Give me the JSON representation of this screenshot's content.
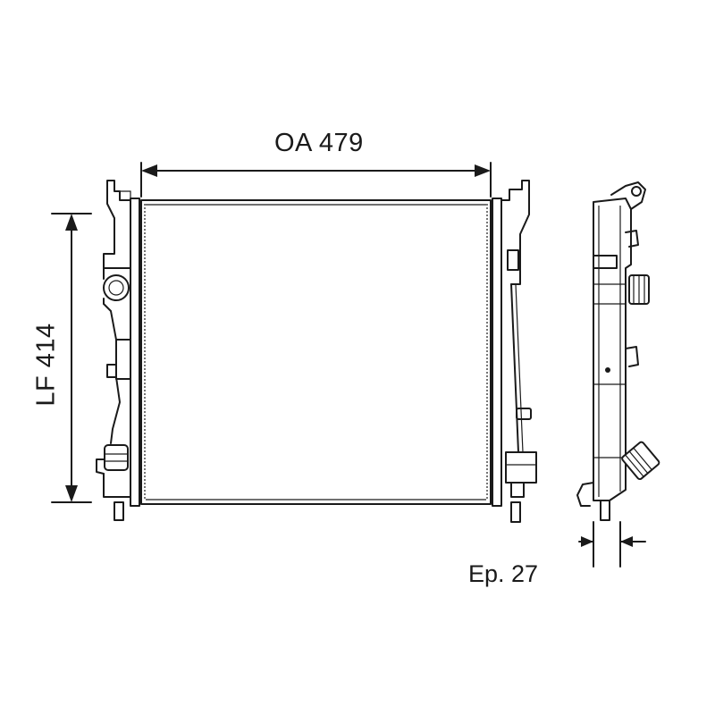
{
  "dimensions": {
    "width_label": "OA 479",
    "height_label": "LF 414",
    "thickness_label": "Ep. 27"
  }
}
